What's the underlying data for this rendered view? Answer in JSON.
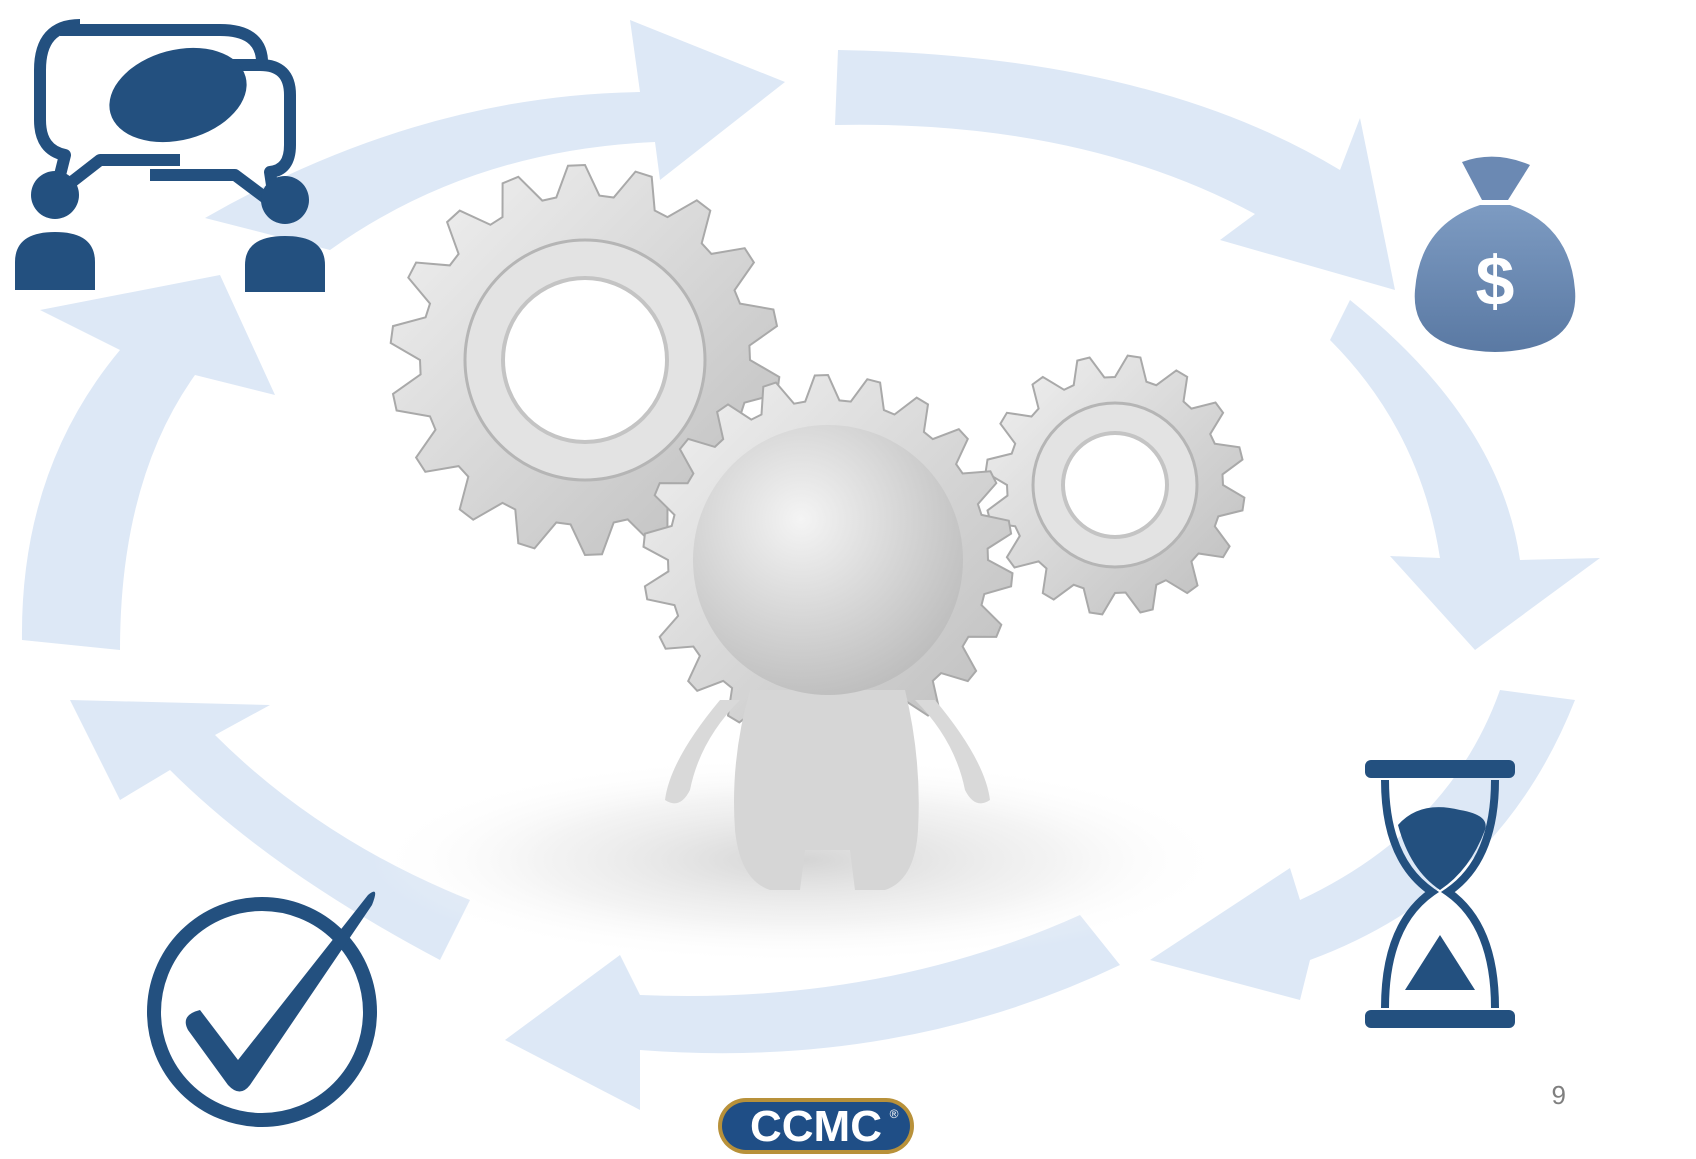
{
  "slide": {
    "page_number": "9"
  },
  "logo": {
    "text": "CCMC",
    "mark": "®"
  },
  "cycle": {
    "arrow_color": "#dde8f6",
    "icon_color": "#23507f",
    "icon_color_light": "#5f7fa8",
    "stages": [
      {
        "icon": "conversation-icon"
      },
      {
        "icon": "money-bag-icon"
      },
      {
        "icon": "hourglass-icon"
      },
      {
        "icon": "checkmark-icon"
      }
    ]
  },
  "center": {
    "figure": "gear-head-person-figure",
    "gears": [
      "large-gear-icon",
      "small-gear-icon"
    ]
  }
}
